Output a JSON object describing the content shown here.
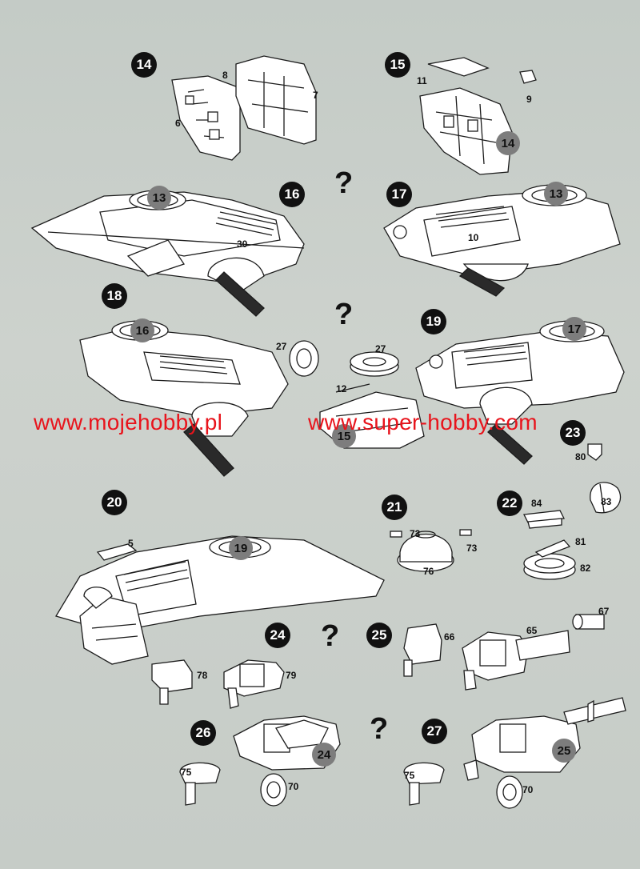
{
  "steps": {
    "s14": "14",
    "s15": "15",
    "s16": "16",
    "s17": "17",
    "s18": "18",
    "s19": "19",
    "s20": "20",
    "s21": "21",
    "s22": "22",
    "s23": "23",
    "s24": "24",
    "s25": "25",
    "s26": "26",
    "s27": "27"
  },
  "refs": {
    "r14": "14",
    "r13a": "13",
    "r13b": "13",
    "r16": "16",
    "r17": "17",
    "r15": "15",
    "r19": "19",
    "r24": "24",
    "r25": "25"
  },
  "parts": {
    "p8": "8",
    "p7": "7",
    "p6": "6",
    "p11": "11",
    "p9": "9",
    "p30": "30",
    "p10": "10",
    "p27a": "27",
    "p27b": "27",
    "p12": "12",
    "p80": "80",
    "p83": "83",
    "p5": "5",
    "p73a": "73",
    "p73b": "73",
    "p76": "76",
    "p84": "84",
    "p81": "81",
    "p82": "82",
    "p67": "67",
    "p66": "66",
    "p65": "65",
    "p78": "78",
    "p79": "79",
    "p75a": "75",
    "p70a": "70",
    "p75b": "75",
    "p70b": "70"
  },
  "question_marks": {
    "q1": "?",
    "q2": "?",
    "q3": "?",
    "q4": "?"
  },
  "watermark": {
    "left": "www.mojehobby.pl",
    "right": "www.super-hobby.com",
    "color": "#e8141c"
  },
  "icons": [
    "step-number-circle",
    "part-reference-circle",
    "question-mark-icon"
  ]
}
